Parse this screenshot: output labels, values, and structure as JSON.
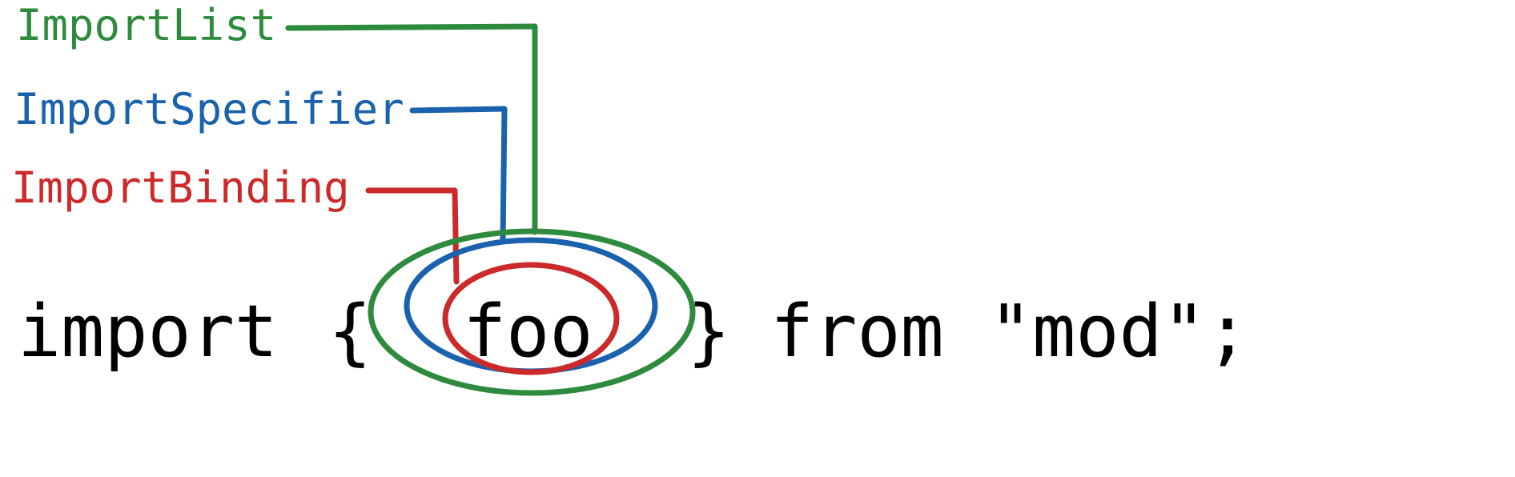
{
  "labels": {
    "import_list": "ImportList",
    "import_specifier": "ImportSpecifier",
    "import_binding": "ImportBinding"
  },
  "code": {
    "keyword_import": "import",
    "open_brace": "{",
    "identifier": "foo",
    "close_brace": "}",
    "keyword_from": "from",
    "module": "\"mod\";"
  },
  "colors": {
    "import_list": "#2e8b3e",
    "import_specifier": "#1a62ad",
    "import_binding": "#cc2a2a"
  }
}
